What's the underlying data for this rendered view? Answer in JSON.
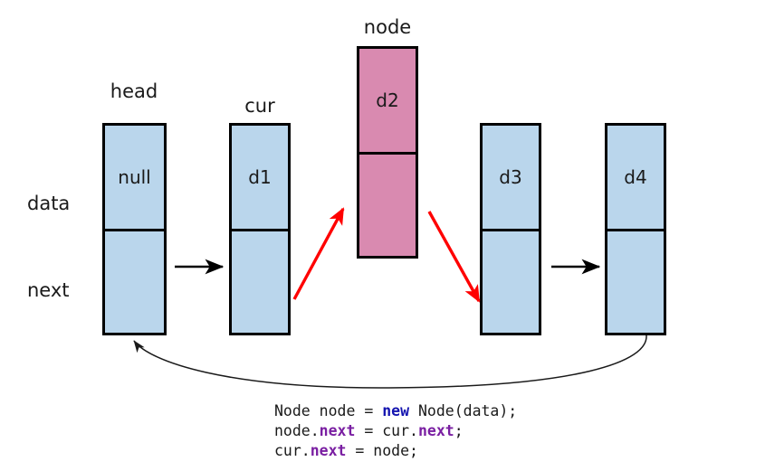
{
  "diagram": {
    "title_implicit": "Linked list insertion after cur",
    "row_labels": [
      {
        "name": "data",
        "text": "data"
      },
      {
        "name": "next",
        "text": "next"
      }
    ],
    "nodes": [
      {
        "id": "head",
        "pointer_label": "head",
        "data": "null",
        "next": "",
        "fill": "#bad6ec",
        "stroke": "#000000"
      },
      {
        "id": "cur",
        "pointer_label": "cur",
        "data": "d1",
        "next": "",
        "fill": "#bad6ec",
        "stroke": "#000000"
      },
      {
        "id": "node",
        "pointer_label": "node",
        "data": "d2",
        "next": "",
        "fill": "#d98ab0",
        "stroke": "#000000"
      },
      {
        "id": "d3",
        "pointer_label": "",
        "data": "d3",
        "next": "",
        "fill": "#bad6ec",
        "stroke": "#000000"
      },
      {
        "id": "d4",
        "pointer_label": "",
        "data": "d4",
        "next": "",
        "fill": "#bad6ec",
        "stroke": "#000000"
      }
    ],
    "arrows": [
      {
        "name": "head-to-cur",
        "kind": "straight",
        "color": "#000000",
        "from": "head.next",
        "to": "cur"
      },
      {
        "name": "cur-next-to-node",
        "kind": "straight",
        "color": "#ff0000",
        "from": "cur.next",
        "to": "node"
      },
      {
        "name": "node-next-to-d3",
        "kind": "straight",
        "color": "#ff0000",
        "from": "node.next",
        "to": "d3"
      },
      {
        "name": "d3-to-d4",
        "kind": "straight",
        "color": "#000000",
        "from": "d3.next",
        "to": "d4"
      },
      {
        "name": "d4-back-to-head",
        "kind": "curved",
        "color": "#1a1a1a",
        "from": "d4.next",
        "to": "head"
      }
    ],
    "colors": {
      "node_fill_blue": "#bad6ec",
      "node_fill_pink": "#d98ab0",
      "outline": "#000000",
      "highlight_arrow": "#ff0000",
      "background": "#ffffff"
    }
  },
  "code": {
    "lines": [
      {
        "tokens": [
          {
            "text": "Node node = ",
            "style": "plain"
          },
          {
            "text": "new",
            "style": "keyword"
          },
          {
            "text": " Node(data);",
            "style": "plain"
          }
        ]
      },
      {
        "tokens": [
          {
            "text": "node.",
            "style": "plain"
          },
          {
            "text": "next",
            "style": "field"
          },
          {
            "text": " = cur.",
            "style": "plain"
          },
          {
            "text": "next",
            "style": "field"
          },
          {
            "text": ";",
            "style": "plain"
          }
        ]
      },
      {
        "tokens": [
          {
            "text": "cur.",
            "style": "plain"
          },
          {
            "text": "next",
            "style": "field"
          },
          {
            "text": " = node;",
            "style": "plain"
          }
        ]
      }
    ],
    "line1_part1": "Node node = ",
    "line1_kw": "new",
    "line1_part2": " Node(data);",
    "line2_part1": "node.",
    "line2_kw1": "next",
    "line2_part2": " = cur.",
    "line2_kw2": "next",
    "line2_part3": ";",
    "line3_part1": "cur.",
    "line3_kw1": "next",
    "line3_part2": " = node;"
  }
}
